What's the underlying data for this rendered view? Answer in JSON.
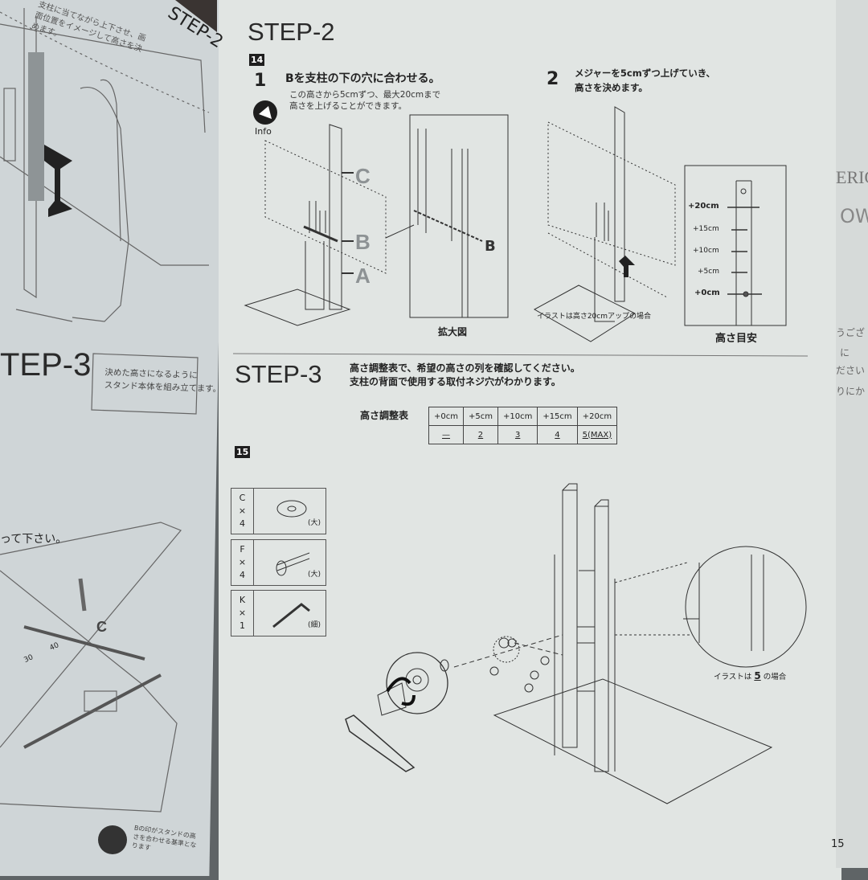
{
  "left_page": {
    "step2_tag": "STEP-2",
    "speech_text": "支柱に当てながら上下させ、画面位置をイメージして高さを決めます。",
    "step3_title": "TEP-3",
    "note_box": [
      "決めた高さになるように",
      "スタンド本体を組み立てます。"
    ],
    "instruction_fragment": "って下さい。",
    "bottom_note": "Bの印がスタンドの高さを合わせる基準となります",
    "label_c": "C",
    "scale_numbers": [
      "30",
      "40"
    ]
  },
  "step2": {
    "title": "STEP-2",
    "figure_number": "14",
    "sub1": {
      "number": "1",
      "heading": "Bを支柱の下の穴に合わせる。",
      "info_label": "Info",
      "info_text": [
        "この高さから5cmずつ、最大20cmまで",
        "高さを上げることができます。"
      ],
      "labels": [
        "C",
        "B",
        "A"
      ],
      "zoom_label": "B",
      "zoom_caption": "拡大図"
    },
    "sub2": {
      "number": "2",
      "heading": [
        "メジャーを5cmずつ上げていき、",
        "高さを決めます。"
      ],
      "caption": "イラストは高さ20cmアップの場合",
      "scale_labels": [
        "+20cm",
        "+15cm",
        "+10cm",
        "+5cm",
        "+0cm"
      ],
      "scale_caption": "高さ目安"
    }
  },
  "step3": {
    "title": "STEP-3",
    "text": [
      "高さ調整表で、希望の高さの列を確認してください。",
      "支柱の背面で使用する取付ネジ穴がわかります。"
    ],
    "table_label": "高さ調整表",
    "table_headers": [
      "+0cm",
      "+5cm",
      "+10cm",
      "+15cm",
      "+20cm"
    ],
    "table_values": [
      "—",
      "2",
      "3",
      "4",
      "5(MAX)"
    ],
    "figure_number": "15",
    "parts": [
      {
        "letter": "C",
        "qty": "4",
        "size": "(大)"
      },
      {
        "letter": "F",
        "qty": "4",
        "size": "(大)"
      },
      {
        "letter": "K",
        "qty": "1",
        "size": "(細)"
      }
    ],
    "detail_caption_pre": "イラストは",
    "detail_caption_num": "5",
    "detail_caption_post": "の場合"
  },
  "page_number": "15",
  "far_page_fragments": [
    "ERIO",
    "OW",
    "うござ",
    "に",
    "ださい",
    "りにか"
  ]
}
